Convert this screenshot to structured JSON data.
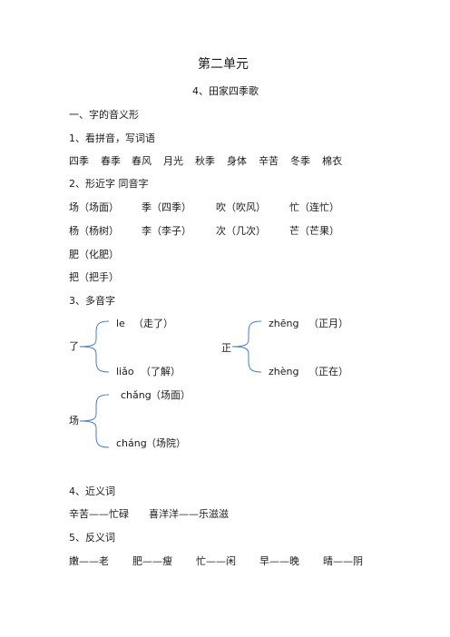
{
  "doc": {
    "title": "第二单元",
    "lesson": "4、田家四季歌"
  },
  "s1": {
    "heading": "一、字的音义形",
    "sub1": "1、看拼音，写词语",
    "words": [
      "四季",
      "春季",
      "春风",
      "月光",
      "秋季",
      "身体",
      "辛苦",
      "冬季",
      "棉衣"
    ]
  },
  "s2": {
    "heading": "2、形近字 同音字",
    "rows": [
      [
        "场（场面）",
        "季（四季）",
        "吹（吹风）",
        "忙（连忙）"
      ],
      [
        "杨（杨树）",
        "李（李子）",
        "次（几次）",
        "芒（芒果）"
      ]
    ],
    "extra": [
      "肥（化肥）",
      "把（把手）"
    ]
  },
  "s3": {
    "heading": "3、多音字",
    "le": {
      "char": "了",
      "items": [
        {
          "pinyin": "le",
          "word": "（走了）"
        },
        {
          "pinyin": "liǎo",
          "word": "（了解）"
        }
      ]
    },
    "zheng": {
      "char": "正",
      "items": [
        {
          "pinyin": "zhēng",
          "word": "（正月）"
        },
        {
          "pinyin": "zhèng",
          "word": "（正在）"
        }
      ]
    },
    "chang": {
      "char": "场",
      "items": [
        {
          "pinyin": "chǎng",
          "word": "（场面）"
        },
        {
          "pinyin": "cháng",
          "word": "（场院）"
        }
      ]
    }
  },
  "s4": {
    "heading": "4、近义词",
    "pairs": [
      "辛苦——忙碌",
      "喜洋洋——乐滋滋"
    ]
  },
  "s5": {
    "heading": "5、反义词",
    "pairs": [
      "嫩——老",
      "肥——瘦",
      "忙——闲",
      "早——晚",
      "晴——阴"
    ]
  }
}
